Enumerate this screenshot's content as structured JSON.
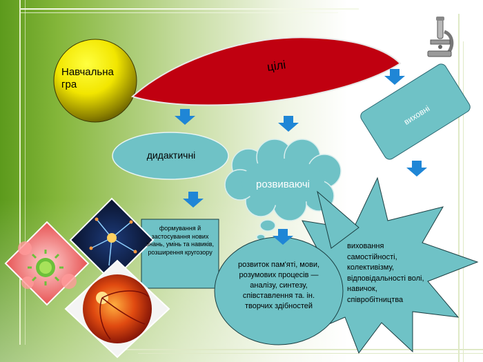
{
  "title_circle": "Навчальна гра",
  "goals": "цілі",
  "didactic": "дидактичні",
  "developing": "розвиваючі",
  "educational": "виховні",
  "didactic_desc": "формування й застосування нових знань, умінь та навиків, розширення кругозору",
  "developing_desc": "розвиток пам'яті, мови, розумових процесів — аналізу, синтезу, співставлення та. ін. творчих здібностей",
  "educational_desc": "виховання самостійності, колективізму, відповідальності волі, навичок, співробітництва",
  "colors": {
    "teal": "#6fc2c6",
    "red": "#c00010",
    "arrow": "#1f86d6",
    "yellow": "#ffee00"
  },
  "icons": [
    "microscope-icon",
    "virus-image",
    "neuron-image",
    "retina-image"
  ]
}
